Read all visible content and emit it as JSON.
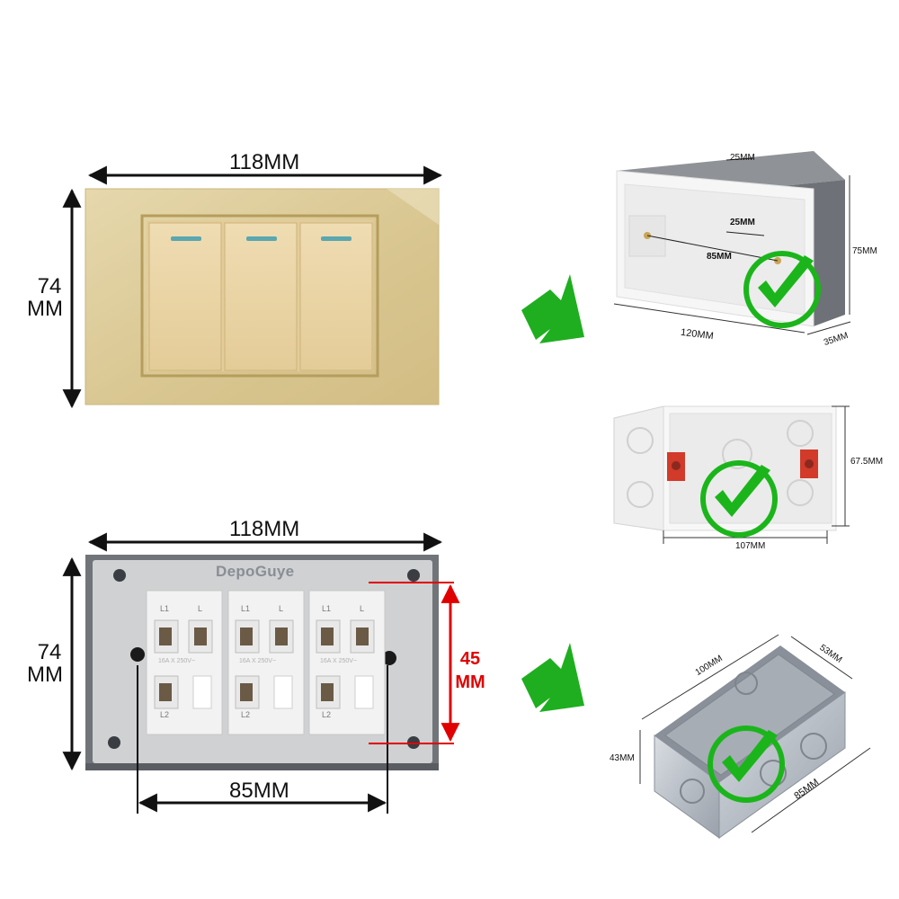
{
  "top_switch": {
    "width_label": "118MM",
    "height_label_1": "74",
    "height_label_2": "MM",
    "gang_count": 3
  },
  "bottom_switch": {
    "width_label": "118MM",
    "height_label_1": "74",
    "height_label_2": "MM",
    "brand": "DepoGuye",
    "depth_label_1": "45",
    "depth_label_2": "MM",
    "spacing_label": "85MM",
    "terminal_labels": [
      "L1",
      "L",
      "L2"
    ],
    "rating_text": "16A X 250V~"
  },
  "box_white_rect": {
    "top_label": "25MM",
    "inner_label": "25MM",
    "center_label": "85MM",
    "height_label": "75MM",
    "width_label": "120MM",
    "depth_label": "35MM"
  },
  "box_red_terminals": {
    "height_label": "67.5MM",
    "width_label": "107MM"
  },
  "box_metal": {
    "length_label": "100MM",
    "side_label": "53MM",
    "height_label": "43MM",
    "depth_label": "85MM"
  },
  "colors": {
    "arrow_green": "#1fae1f",
    "check_green": "#1bb51b",
    "dimension_red": "#e00000",
    "gold_panel": "#dccb98",
    "gray_back": "#6e7177"
  }
}
